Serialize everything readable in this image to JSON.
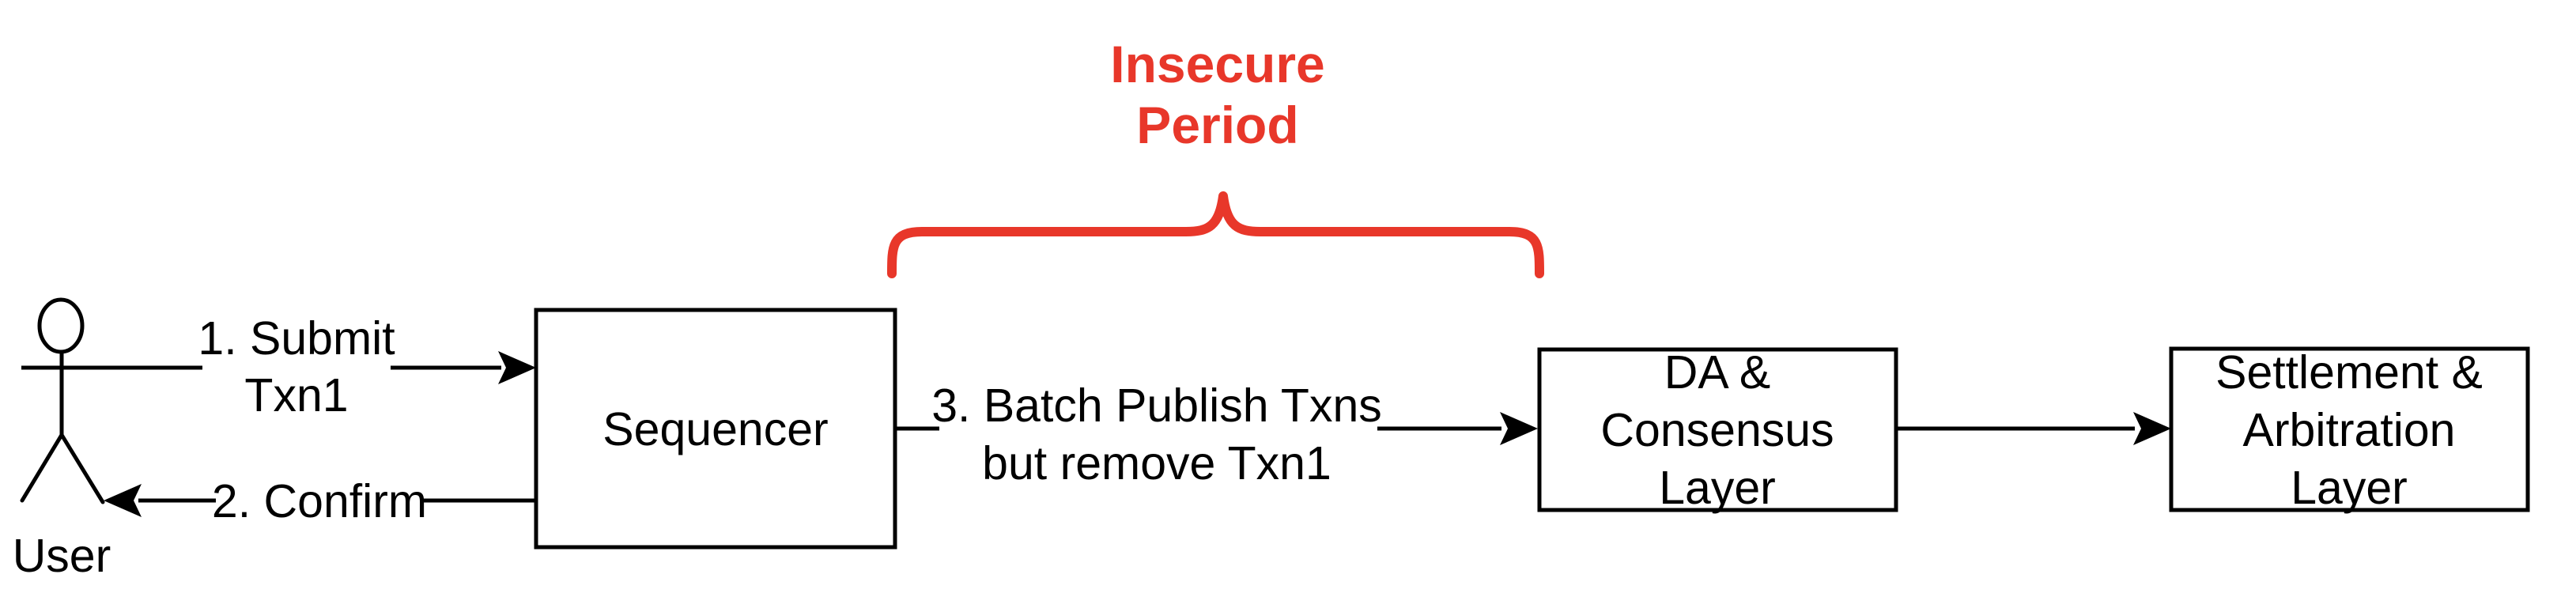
{
  "diagram": {
    "insecure_period": {
      "title_line1": "Insecure",
      "title_line2": "Period",
      "color": "#E8372A"
    },
    "actor": {
      "label": "User"
    },
    "nodes": {
      "sequencer": {
        "label": "Sequencer"
      },
      "da_consensus": {
        "line1": "DA &",
        "line2": "Consensus",
        "line3": "Layer"
      },
      "settlement": {
        "line1": "Settlement &",
        "line2": "Arbitration",
        "line3": "Layer"
      }
    },
    "edges": {
      "submit": {
        "line1": "1. Submit",
        "line2": "Txn1"
      },
      "confirm": {
        "label": "2. Confirm"
      },
      "batch_publish": {
        "line1": "3. Batch Publish Txns",
        "line2": "but remove Txn1"
      }
    },
    "colors": {
      "stroke": "#000000",
      "accent_red": "#E8372A",
      "background": "#FFFFFF"
    }
  }
}
